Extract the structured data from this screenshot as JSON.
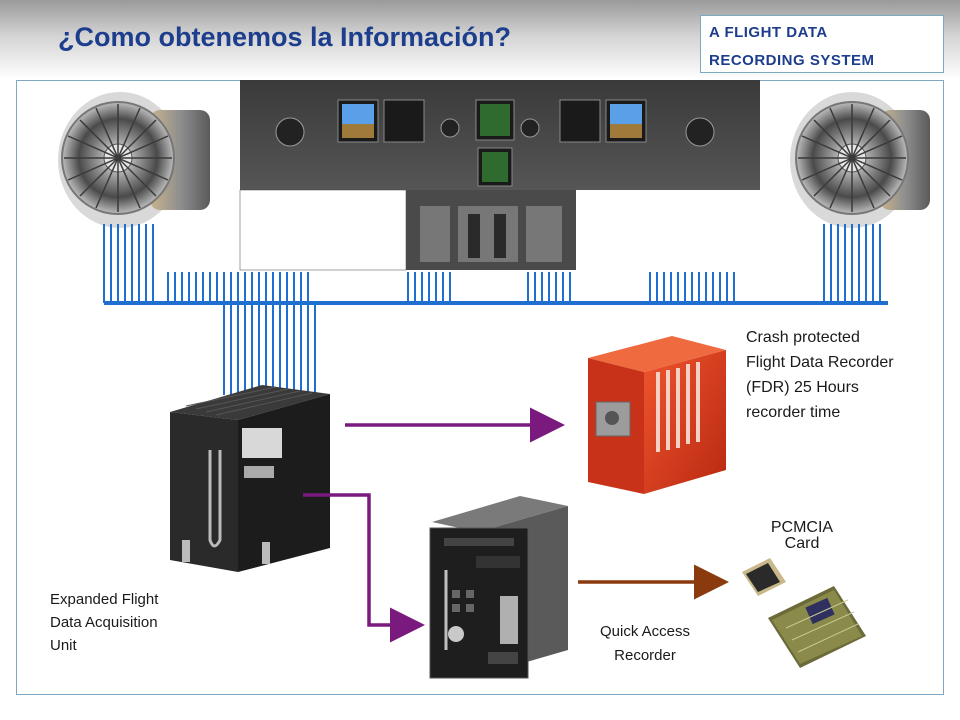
{
  "title": "¿Como obtenemos la Información?",
  "tag": {
    "lines": [
      "A FLIGHT DATA",
      "RECORDING SYSTEM"
    ]
  },
  "labels": {
    "fdr": [
      "Crash protected",
      "Flight Data Recorder",
      "(FDR) 25 Hours",
      "recorder time"
    ],
    "pcmcia": [
      "PCMCIA",
      "Card"
    ],
    "fdau": [
      "Expanded Flight",
      "Data Acquisition",
      "Unit"
    ],
    "qar": [
      "Quick Access",
      "Recorder"
    ]
  },
  "colors": {
    "title": "#1d3e8c",
    "bus": "#1f6fd0",
    "arrow_purple": "#7a1a7e",
    "arrow_brown": "#8b3a0e",
    "frame": "#7fa8c4",
    "fdr_orange": "#d8381c"
  },
  "icons": [
    "jet-engine-icon",
    "cockpit-panel-icon",
    "fdau-unit-icon",
    "fdr-box-icon",
    "qar-unit-icon",
    "pcmcia-card-icon"
  ]
}
